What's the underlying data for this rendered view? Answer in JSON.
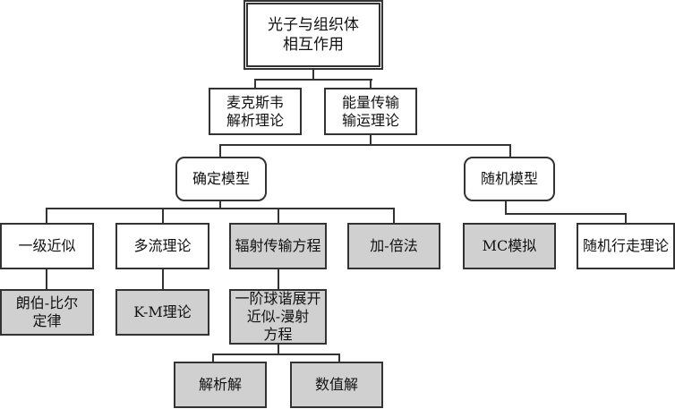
{
  "root": "光子与组织体\n相互作用",
  "level1": {
    "maxwell": "麦克斯韦\n解析理论",
    "energy": "能量传输\n输运理论"
  },
  "level2": {
    "deterministic": "确定模型",
    "stochastic": "随机模型"
  },
  "level3": {
    "first_order": "一级近似",
    "multi_flux": "多流理论",
    "rte": "辐射传输方程",
    "adding_doubling": "加-倍法",
    "mc": "MC模拟",
    "random_walk": "随机行走理论"
  },
  "level4": {
    "beer_lambert": "朗伯-比尔\n定律",
    "km": "K-M理论",
    "diffusion": "一阶球谐展开\n近似-漫射\n方程"
  },
  "level5": {
    "analytic": "解析解",
    "numeric": "数值解"
  },
  "colors": {
    "gray_fill": "#d0d0d0",
    "line": "#333333"
  }
}
